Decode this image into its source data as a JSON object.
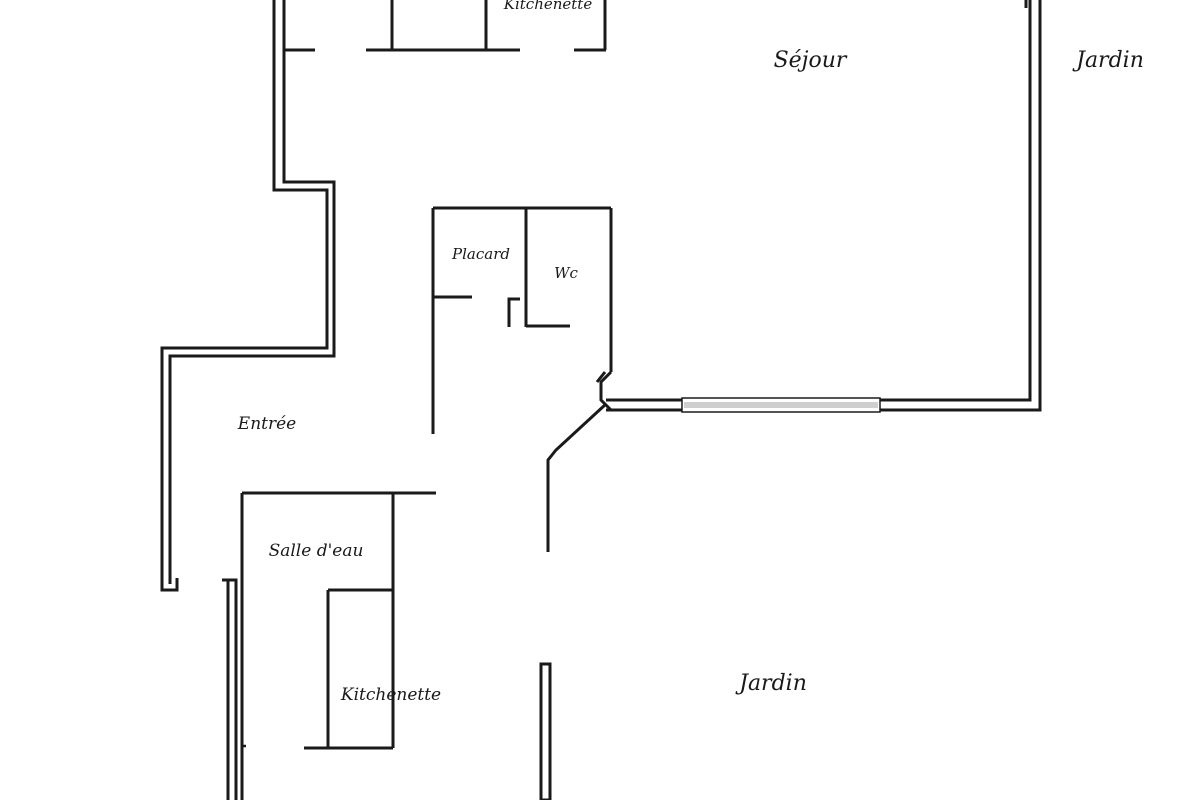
{
  "rooms": {
    "kitchenette_top": "Kitchenette",
    "sejour": "Séjour",
    "jardin_right": "Jardin",
    "placard": "Placard",
    "wc": "Wc",
    "entree": "Entrée",
    "salle_eau": "Salle d'eau",
    "kitchenette_bottom": "Kitchenette",
    "jardin_bottom": "Jardin"
  }
}
